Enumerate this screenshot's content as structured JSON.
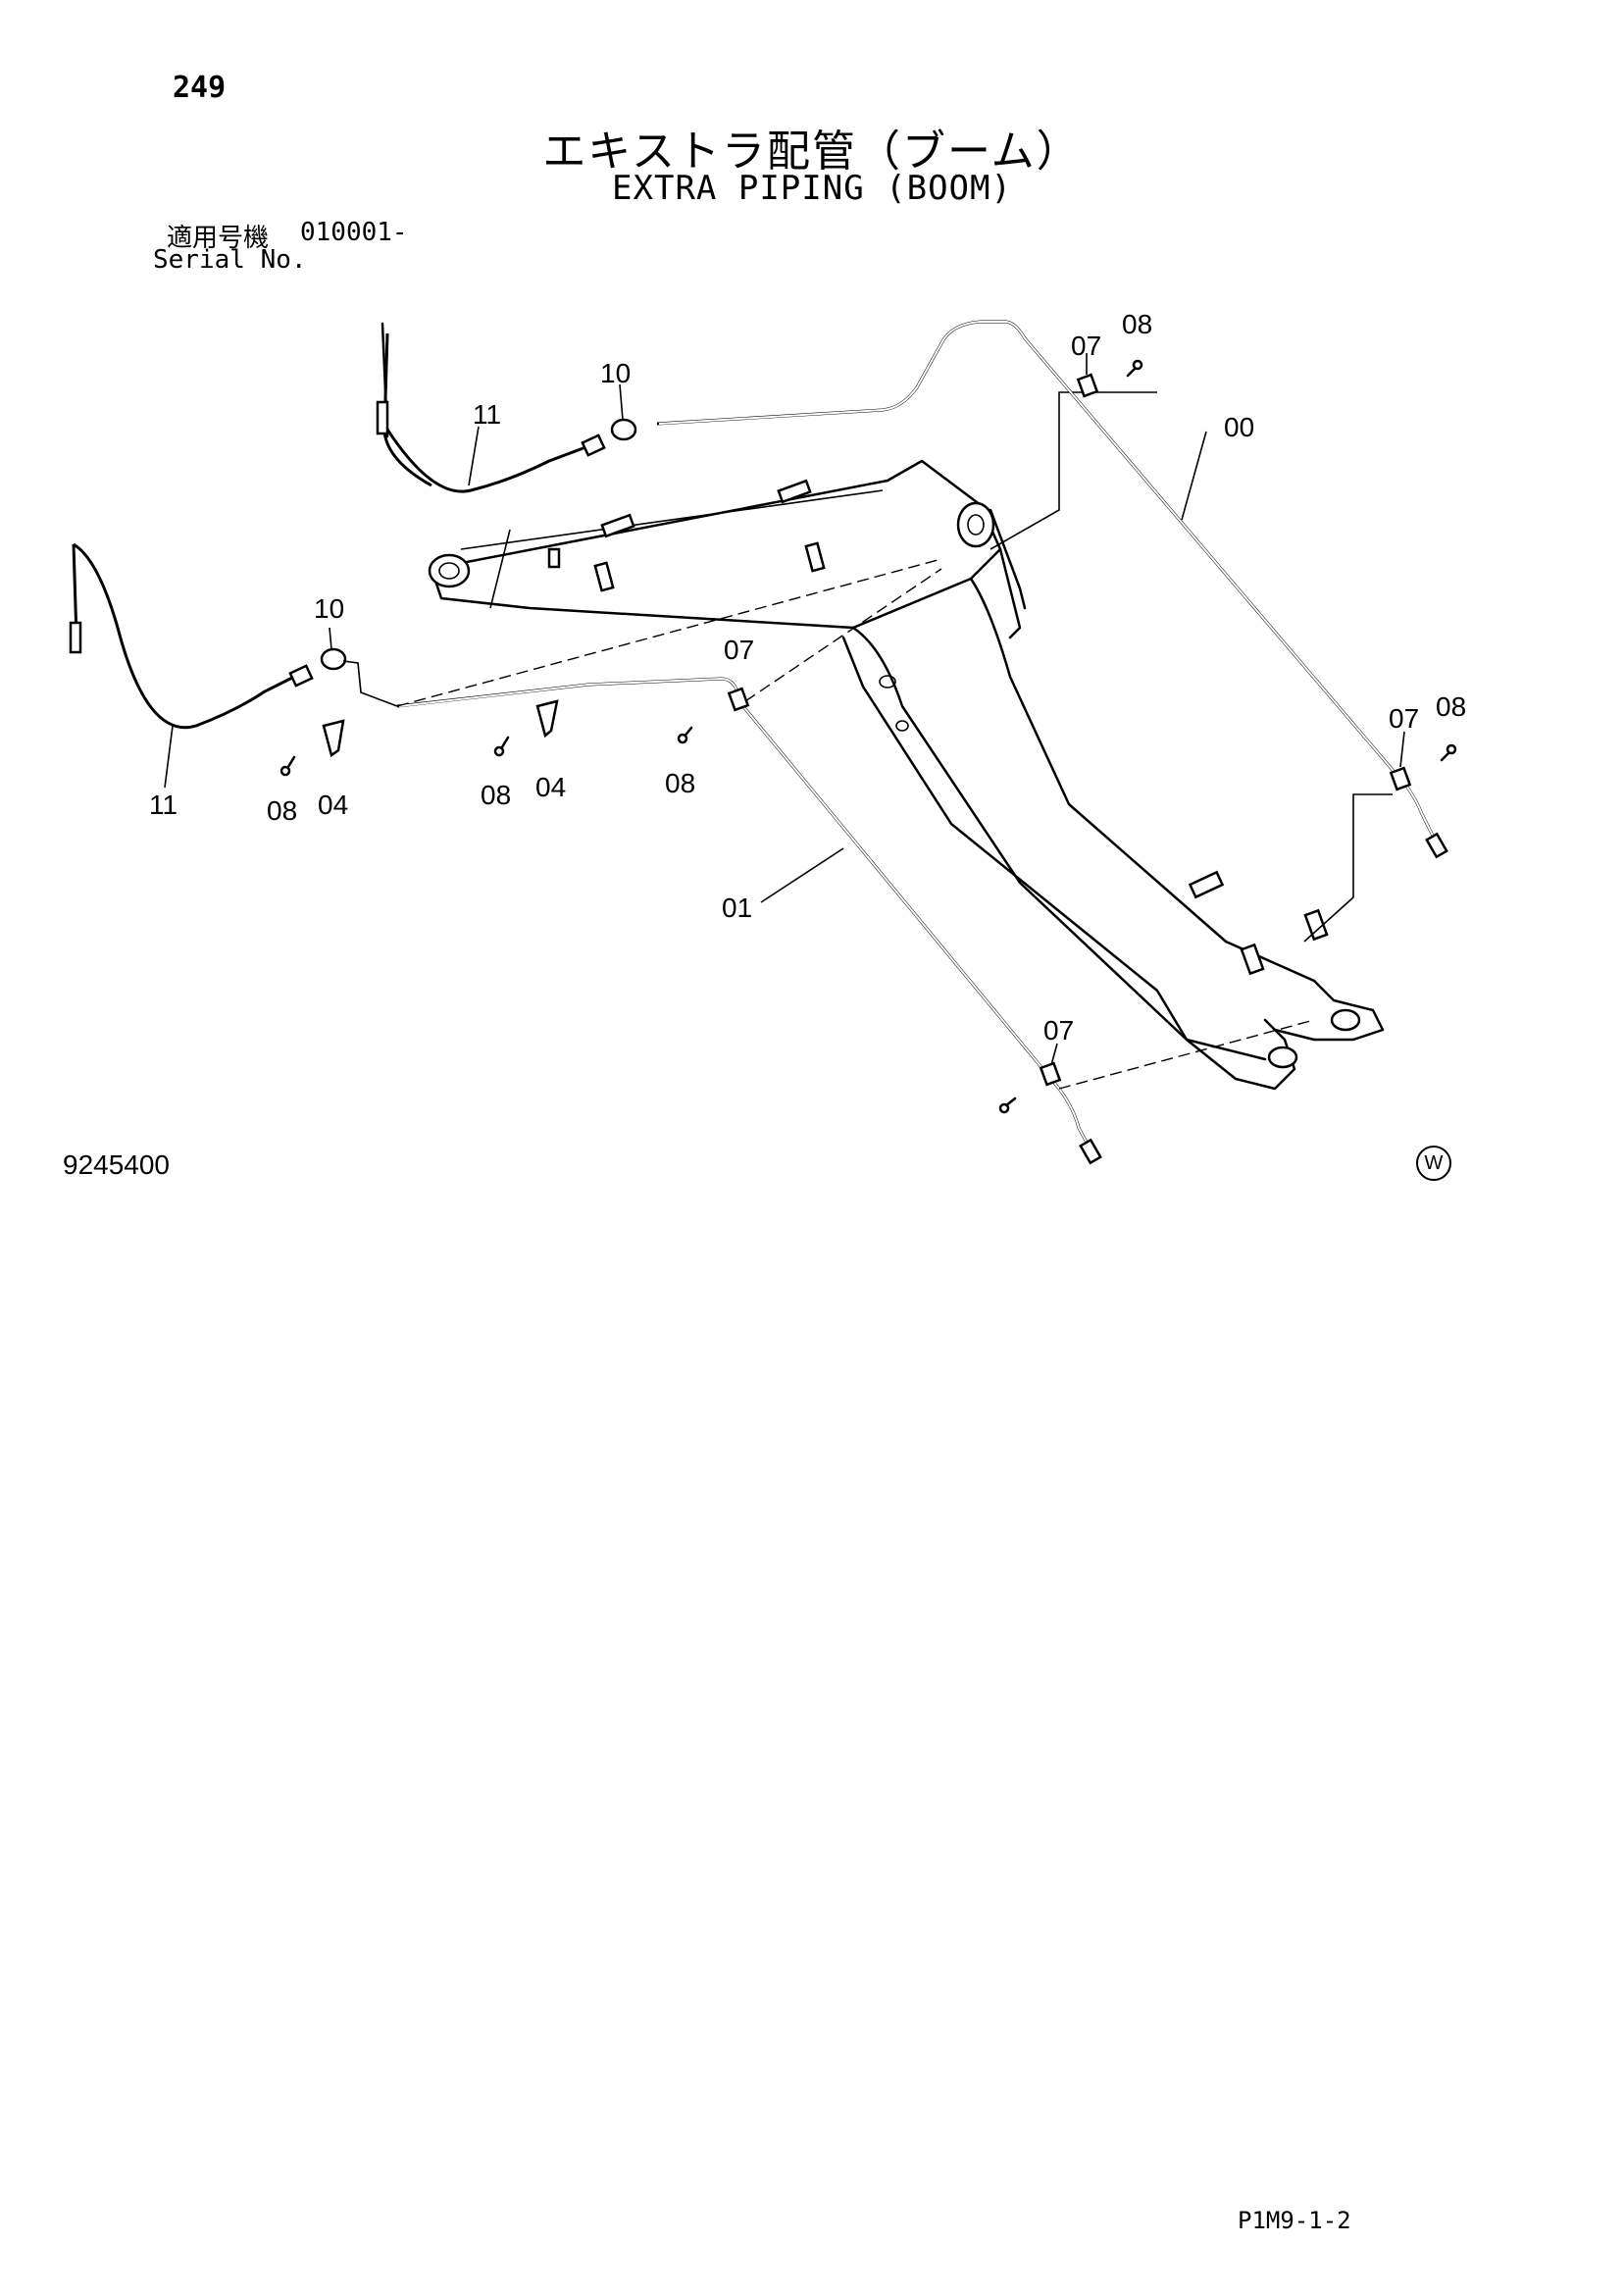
{
  "header": {
    "page_number": "249",
    "title_jp": "エキストラ配管（ブーム）",
    "title_en": "EXTRA PIPING (BOOM)",
    "serial_label_jp": "適用号機",
    "serial_value": "010001-",
    "serial_label_en": "Serial No."
  },
  "footer": {
    "drawing_number": "9245400",
    "watermark_symbol": "W",
    "page_code": "P1M9-1-2"
  },
  "callouts": {
    "c00": "00",
    "c01": "01",
    "c04a": "04",
    "c04b": "04",
    "c07a": "07",
    "c07b": "07",
    "c07c": "07",
    "c07d": "07",
    "c08a": "08",
    "c08b": "08",
    "c08c": "08",
    "c08d": "08",
    "c08e": "08",
    "c10a": "10",
    "c10b": "10",
    "c11a": "11",
    "c11b": "11"
  }
}
